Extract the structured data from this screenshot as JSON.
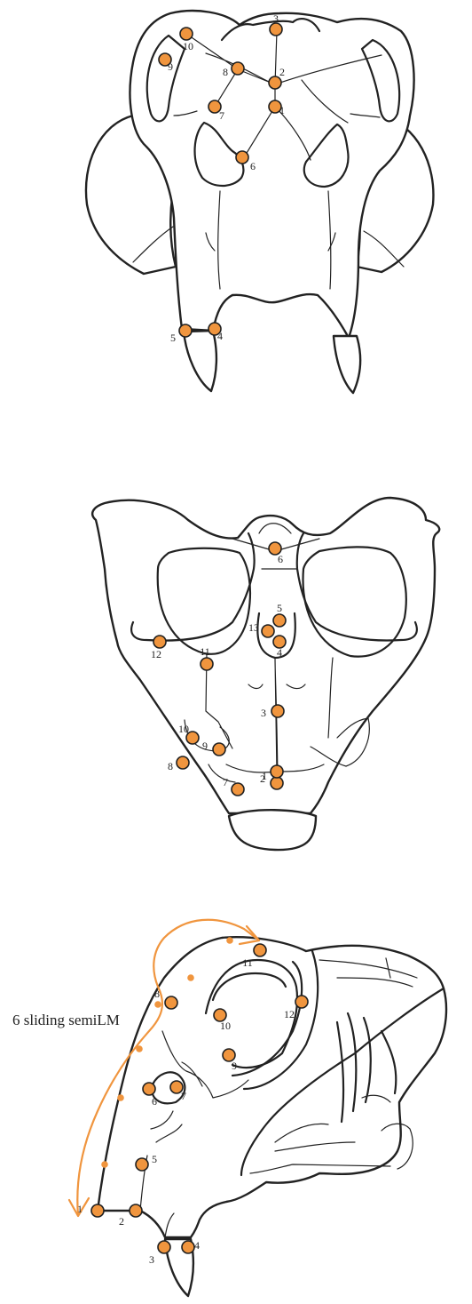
{
  "colors": {
    "landmark": "#F0953E",
    "outline": "#222222",
    "background": "#ffffff"
  },
  "views": {
    "dorsal": {
      "labels": [
        "1",
        "2",
        "3",
        "4",
        "5",
        "6",
        "7",
        "8",
        "9",
        "10"
      ]
    },
    "ventral": {
      "labels": [
        "1",
        "2",
        "3",
        "4",
        "5",
        "6",
        "7",
        "8",
        "9",
        "10",
        "11",
        "12",
        "13"
      ]
    },
    "lateral": {
      "labels": [
        "1",
        "2",
        "3",
        "4",
        "5",
        "6",
        "7",
        "8",
        "9",
        "10",
        "11",
        "12"
      ],
      "annotation": "6 sliding semiLM",
      "semilandmark_count": 6
    }
  }
}
